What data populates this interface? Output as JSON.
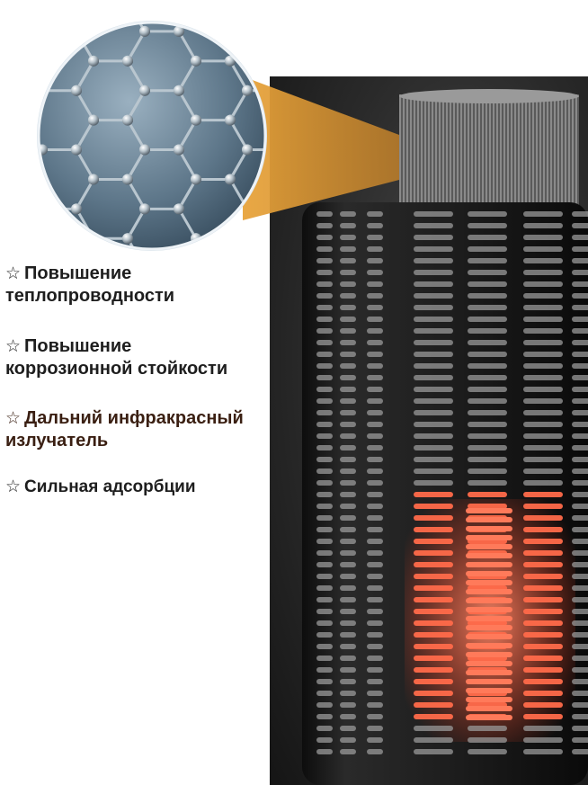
{
  "features": [
    {
      "star": "☆",
      "line1": "Повышение",
      "line2": "теплопроводности"
    },
    {
      "star": "☆",
      "line1": "Повышение",
      "line2": "коррозионной стойкости"
    },
    {
      "star": "☆",
      "line1": "Дальний инфракрасный",
      "line2": "излучатель"
    },
    {
      "star": "☆",
      "line1": "Сильная адсорбции",
      "line2": ""
    }
  ],
  "illustration": {
    "magnifier": "graphene-lattice-icon",
    "product": "heater-tube-icon"
  },
  "colors": {
    "callout": "#e8a33a",
    "glow": "#ff5a3a",
    "heater_body": "#1c1c1c",
    "lattice_bg": "#5d7689"
  }
}
